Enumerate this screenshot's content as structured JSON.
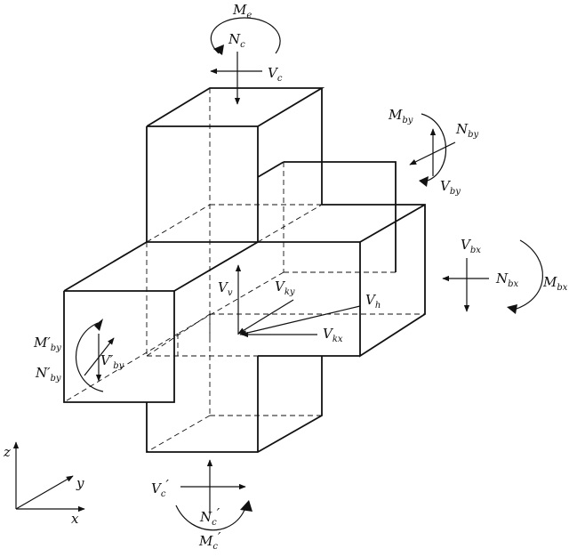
{
  "labels": {
    "Me": {
      "main": "M",
      "sub": "e"
    },
    "Nc": {
      "main": "N",
      "sub": "c"
    },
    "Vc": {
      "main": "V",
      "sub": "c"
    },
    "Mby": {
      "main": "M",
      "sub": "by"
    },
    "Nby": {
      "main": "N",
      "sub": "by"
    },
    "Vby": {
      "main": "V",
      "sub": "by"
    },
    "Vbx": {
      "main": "V",
      "sub": "bx"
    },
    "Nbx": {
      "main": "N",
      "sub": "bx"
    },
    "Mbx": {
      "main": "M",
      "sub": "bx"
    },
    "Vv": {
      "main": "V",
      "sub": "v"
    },
    "Vky": {
      "main": "V",
      "sub": "ky"
    },
    "Vh": {
      "main": "V",
      "sub": "h"
    },
    "Vkx": {
      "main": "V",
      "sub": "kx"
    },
    "Mpby": {
      "main": "M′",
      "sub": "by"
    },
    "Npby": {
      "main": "N′",
      "sub": "by"
    },
    "Vpby": {
      "main": "V′",
      "sub": "by"
    },
    "Vcp": {
      "main": "V",
      "sub": "c",
      "prime": "′"
    },
    "Ncp": {
      "main": "N",
      "sub": "c",
      "prime": "′"
    },
    "Mcp": {
      "main": "M",
      "sub": "c",
      "prime": "′"
    }
  },
  "axes": {
    "z": "z",
    "y": "y",
    "x": "x"
  }
}
